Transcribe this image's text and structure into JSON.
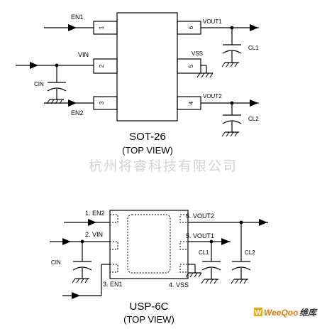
{
  "sot26": {
    "pins": {
      "en1": "EN1",
      "vin": "VIN",
      "en2": "EN2",
      "vout1": "VOUT1",
      "vss": "VSS",
      "vout2": "VOUT2"
    },
    "pin_numbers": [
      "1",
      "2",
      "3",
      "6",
      "5",
      "4"
    ],
    "caps": {
      "cin": "CIN",
      "cl1": "CL1",
      "cl2": "CL2"
    },
    "title": "SOT-26",
    "subtitle": "(TOP VIEW)"
  },
  "usp6c": {
    "pins": {
      "en2": "1. EN2",
      "vin": "2. VIN",
      "en1": "3. EN1",
      "vout2": "6. VOUT2",
      "vout1": "5. VOUT1",
      "vss": "4. VSS"
    },
    "caps": {
      "cin": "CIN",
      "cl1": "CL1",
      "cl2": "CL2"
    },
    "title": "USP-6C",
    "subtitle": "(TOP VIEW)"
  },
  "watermark": "杭州将睿科技有限公司",
  "logo": {
    "brand": "WeeQoo",
    "suffix": "维库"
  }
}
